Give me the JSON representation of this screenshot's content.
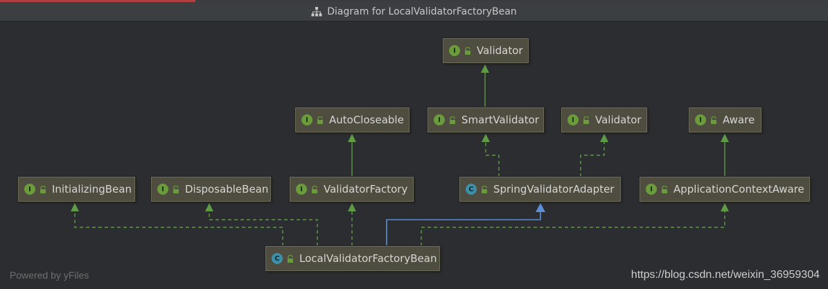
{
  "window": {
    "title": "Diagram for LocalValidatorFactoryBean"
  },
  "nodes": {
    "validator_top": {
      "label": "Validator",
      "kind": "I"
    },
    "auto_closeable": {
      "label": "AutoCloseable",
      "kind": "I"
    },
    "smart_validator": {
      "label": "SmartValidator",
      "kind": "I"
    },
    "validator_mid": {
      "label": "Validator",
      "kind": "I"
    },
    "aware": {
      "label": "Aware",
      "kind": "I"
    },
    "initializing_bean": {
      "label": "InitializingBean",
      "kind": "I"
    },
    "disposable_bean": {
      "label": "DisposableBean",
      "kind": "I"
    },
    "validator_factory": {
      "label": "ValidatorFactory",
      "kind": "I"
    },
    "spring_validator_adapter": {
      "label": "SpringValidatorAdapter",
      "kind": "C"
    },
    "application_context_aware": {
      "label": "ApplicationContextAware",
      "kind": "I"
    },
    "local_validator_factory_bean": {
      "label": "LocalValidatorFactoryBean",
      "kind": "C"
    }
  },
  "edges": [
    {
      "from": "smart_validator",
      "to": "validator_top",
      "style": "solid"
    },
    {
      "from": "validator_factory",
      "to": "auto_closeable",
      "style": "solid"
    },
    {
      "from": "spring_validator_adapter",
      "to": "smart_validator",
      "style": "dashed"
    },
    {
      "from": "spring_validator_adapter",
      "to": "validator_mid",
      "style": "dashed"
    },
    {
      "from": "application_context_aware",
      "to": "aware",
      "style": "solid"
    },
    {
      "from": "local_validator_factory_bean",
      "to": "initializing_bean",
      "style": "dashed"
    },
    {
      "from": "local_validator_factory_bean",
      "to": "disposable_bean",
      "style": "dashed"
    },
    {
      "from": "local_validator_factory_bean",
      "to": "validator_factory",
      "style": "dashed"
    },
    {
      "from": "local_validator_factory_bean",
      "to": "spring_validator_adapter",
      "style": "solid-extends"
    },
    {
      "from": "local_validator_factory_bean",
      "to": "application_context_aware",
      "style": "dashed"
    }
  ],
  "colors": {
    "implements_edge": "#5f9a45",
    "extends_edge": "#5b8fd8",
    "interface_badge": "#6a9b3c",
    "class_badge": "#3f8fa8"
  },
  "icons": {
    "title": "class-hierarchy-icon",
    "visibility": "lock-icon"
  },
  "footer": {
    "powered_by": "Powered by yFiles",
    "watermark": "https://blog.csdn.net/weixin_36959304"
  }
}
